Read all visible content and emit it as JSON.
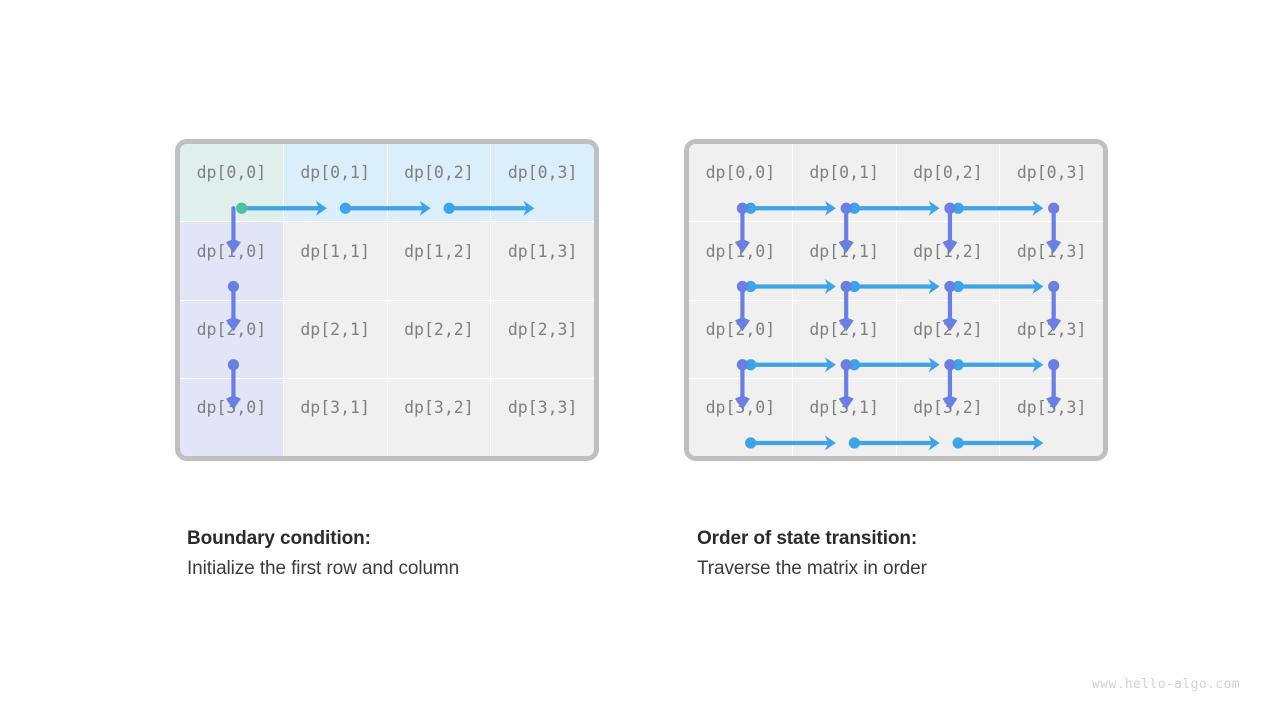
{
  "figure": {
    "watermark": "www.hello-algo.com",
    "colors": {
      "arrow_right": "#3fa3e8",
      "arrow_down": "#6b7fe0",
      "start_dot": "#4dbfa5",
      "cell_default": "#f0f0f0",
      "cell_start": "#dff0ec",
      "cell_first_row": "#dbeefb",
      "cell_first_col": "#e2e4f7",
      "frame_border": "#bfbfbf",
      "label_text": "#808080",
      "caption_title": "#2b2b2b",
      "caption_body": "#3c3c3c"
    }
  },
  "panels": [
    {
      "id": "boundary",
      "caption_title": "Boundary condition:",
      "caption_body": "Initialize the first row and column",
      "rows": 4,
      "cols": 4,
      "cells": [
        [
          {
            "label": "dp[0,0]",
            "tint": "start"
          },
          {
            "label": "dp[0,1]",
            "tint": "row"
          },
          {
            "label": "dp[0,2]",
            "tint": "row"
          },
          {
            "label": "dp[0,3]",
            "tint": "row"
          }
        ],
        [
          {
            "label": "dp[1,0]",
            "tint": "col"
          },
          {
            "label": "dp[1,1]",
            "tint": "none"
          },
          {
            "label": "dp[1,2]",
            "tint": "none"
          },
          {
            "label": "dp[1,3]",
            "tint": "none"
          }
        ],
        [
          {
            "label": "dp[2,0]",
            "tint": "col"
          },
          {
            "label": "dp[2,1]",
            "tint": "none"
          },
          {
            "label": "dp[2,2]",
            "tint": "none"
          },
          {
            "label": "dp[2,3]",
            "tint": "none"
          }
        ],
        [
          {
            "label": "dp[3,0]",
            "tint": "col"
          },
          {
            "label": "dp[3,1]",
            "tint": "none"
          },
          {
            "label": "dp[3,2]",
            "tint": "none"
          },
          {
            "label": "dp[3,3]",
            "tint": "none"
          }
        ]
      ],
      "arrows": {
        "right": [
          {
            "row": 0,
            "col": 0,
            "start_dot": "green"
          },
          {
            "row": 0,
            "col": 1,
            "start_dot": "blue"
          },
          {
            "row": 0,
            "col": 2,
            "start_dot": "blue"
          }
        ],
        "down": [
          {
            "row": 0,
            "col": 0,
            "start_dot": "none"
          },
          {
            "row": 1,
            "col": 0,
            "start_dot": "purple"
          },
          {
            "row": 2,
            "col": 0,
            "start_dot": "purple"
          }
        ]
      }
    },
    {
      "id": "transition",
      "caption_title": "Order of state transition:",
      "caption_body": "Traverse the matrix in order",
      "rows": 4,
      "cols": 4,
      "cells": [
        [
          {
            "label": "dp[0,0]",
            "tint": "none"
          },
          {
            "label": "dp[0,1]",
            "tint": "none"
          },
          {
            "label": "dp[0,2]",
            "tint": "none"
          },
          {
            "label": "dp[0,3]",
            "tint": "none"
          }
        ],
        [
          {
            "label": "dp[1,0]",
            "tint": "none"
          },
          {
            "label": "dp[1,1]",
            "tint": "none"
          },
          {
            "label": "dp[1,2]",
            "tint": "none"
          },
          {
            "label": "dp[1,3]",
            "tint": "none"
          }
        ],
        [
          {
            "label": "dp[2,0]",
            "tint": "none"
          },
          {
            "label": "dp[2,1]",
            "tint": "none"
          },
          {
            "label": "dp[2,2]",
            "tint": "none"
          },
          {
            "label": "dp[2,3]",
            "tint": "none"
          }
        ],
        [
          {
            "label": "dp[3,0]",
            "tint": "none"
          },
          {
            "label": "dp[3,1]",
            "tint": "none"
          },
          {
            "label": "dp[3,2]",
            "tint": "none"
          },
          {
            "label": "dp[3,3]",
            "tint": "none"
          }
        ]
      ],
      "arrows": {
        "right": [
          {
            "row": 0,
            "col": 0,
            "start_dot": "blue"
          },
          {
            "row": 0,
            "col": 1,
            "start_dot": "blue"
          },
          {
            "row": 0,
            "col": 2,
            "start_dot": "blue"
          },
          {
            "row": 1,
            "col": 0,
            "start_dot": "blue"
          },
          {
            "row": 1,
            "col": 1,
            "start_dot": "blue"
          },
          {
            "row": 1,
            "col": 2,
            "start_dot": "blue"
          },
          {
            "row": 2,
            "col": 0,
            "start_dot": "blue"
          },
          {
            "row": 2,
            "col": 1,
            "start_dot": "blue"
          },
          {
            "row": 2,
            "col": 2,
            "start_dot": "blue"
          },
          {
            "row": 3,
            "col": 0,
            "start_dot": "blue"
          },
          {
            "row": 3,
            "col": 1,
            "start_dot": "blue"
          },
          {
            "row": 3,
            "col": 2,
            "start_dot": "blue"
          }
        ],
        "down": [
          {
            "row": 0,
            "col": 0,
            "start_dot": "purple"
          },
          {
            "row": 0,
            "col": 1,
            "start_dot": "purple"
          },
          {
            "row": 0,
            "col": 2,
            "start_dot": "purple"
          },
          {
            "row": 0,
            "col": 3,
            "start_dot": "purple"
          },
          {
            "row": 1,
            "col": 0,
            "start_dot": "purple"
          },
          {
            "row": 1,
            "col": 1,
            "start_dot": "purple"
          },
          {
            "row": 1,
            "col": 2,
            "start_dot": "purple"
          },
          {
            "row": 1,
            "col": 3,
            "start_dot": "purple"
          },
          {
            "row": 2,
            "col": 0,
            "start_dot": "purple"
          },
          {
            "row": 2,
            "col": 1,
            "start_dot": "purple"
          },
          {
            "row": 2,
            "col": 2,
            "start_dot": "purple"
          },
          {
            "row": 2,
            "col": 3,
            "start_dot": "purple"
          }
        ]
      }
    }
  ]
}
